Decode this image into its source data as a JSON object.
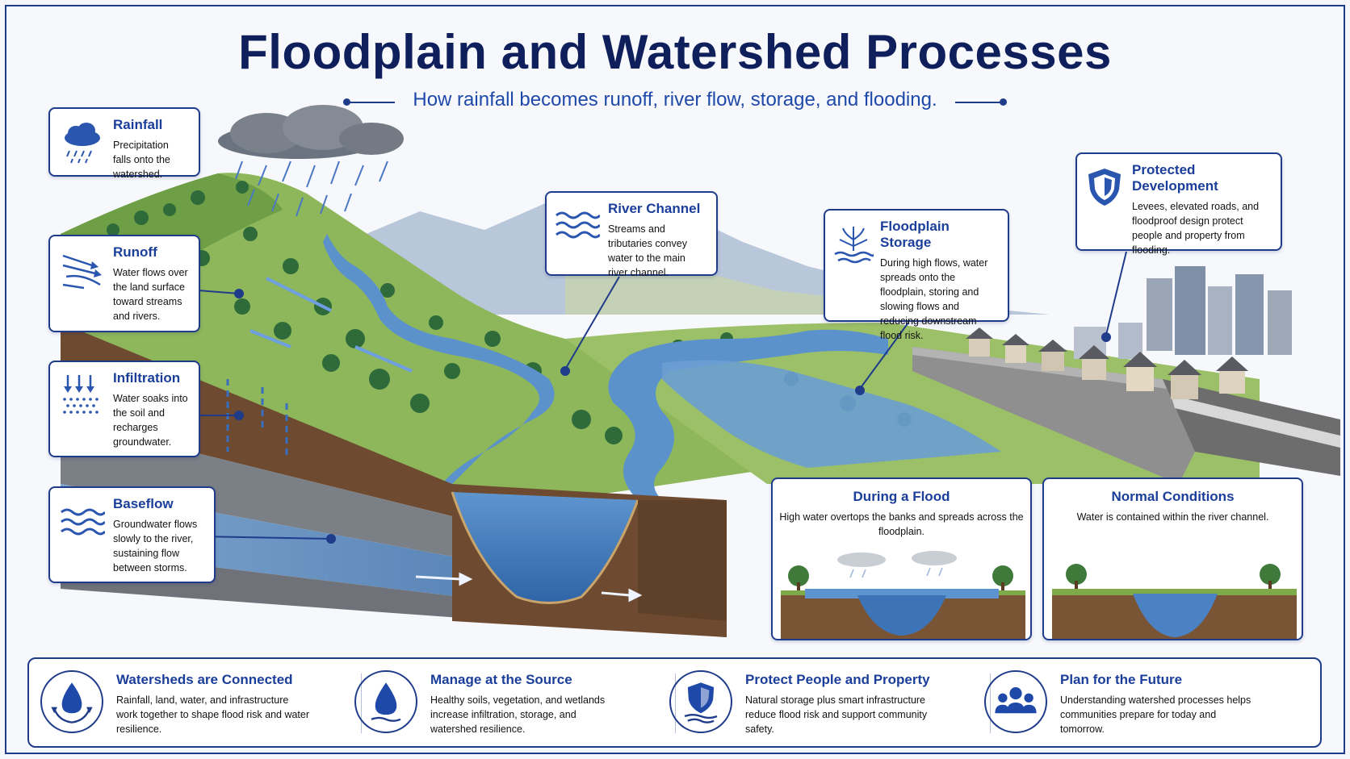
{
  "title": "Floodplain and Watershed Processes",
  "subtitle": "How rainfall becomes runoff, river flow, storage, and flooding.",
  "callouts": {
    "rainfall": {
      "heading": "Rainfall",
      "text": "Precipitation falls onto the watershed.",
      "icon": "rain-cloud-icon"
    },
    "runoff": {
      "heading": "Runoff",
      "text": "Water flows over the land surface toward streams and rivers.",
      "icon": "runoff-arrows-icon"
    },
    "infiltration": {
      "heading": "Infiltration",
      "text": "Water soaks into the soil and recharges groundwater.",
      "icon": "infiltration-icon"
    },
    "baseflow": {
      "heading": "Baseflow",
      "text": "Groundwater flows slowly to the river, sustaining flow between storms.",
      "icon": "waves-icon"
    },
    "river_channel": {
      "heading": "River Channel",
      "text": "Streams and tributaries convey water to the main river channel.",
      "icon": "waves-icon"
    },
    "floodplain_storage": {
      "heading": "Floodplain Storage",
      "text": "During high flows, water spreads onto the floodplain, storing and slowing flows and reducing downstream flood risk.",
      "icon": "wetland-plant-icon"
    },
    "protected_development": {
      "heading": "Protected Development",
      "text": "Levees, elevated roads, and floodproof design protect people and property from flooding.",
      "icon": "shield-icon"
    }
  },
  "insets": {
    "during_flood": {
      "heading": "During a Flood",
      "text": "High water overtops the banks and spreads across the floodplain."
    },
    "normal": {
      "heading": "Normal Conditions",
      "text": "Water is contained within the river channel."
    }
  },
  "bottom": [
    {
      "heading": "Watersheds are Connected",
      "text": "Rainfall, land, water, and infrastructure work together to shape flood risk and water resilience.",
      "icon": "water-drop-cycle-icon"
    },
    {
      "heading": "Manage at the Source",
      "text": "Healthy soils, vegetation, and wetlands increase infiltration, storage, and watershed resilience.",
      "icon": "water-drop-icon"
    },
    {
      "heading": "Protect People and Property",
      "text": "Natural storage plus smart infrastructure reduce flood risk and support community safety.",
      "icon": "shield-waves-icon"
    },
    {
      "heading": "Plan for the Future",
      "text": "Understanding watershed processes helps communities prepare for today and tomorrow.",
      "icon": "people-group-icon"
    }
  ],
  "colors": {
    "navy": "#0e1f5b",
    "accent": "#1a3e9a",
    "water": "#4f86c6",
    "grass": "#7daa4a",
    "soil": "#6e4a30"
  }
}
